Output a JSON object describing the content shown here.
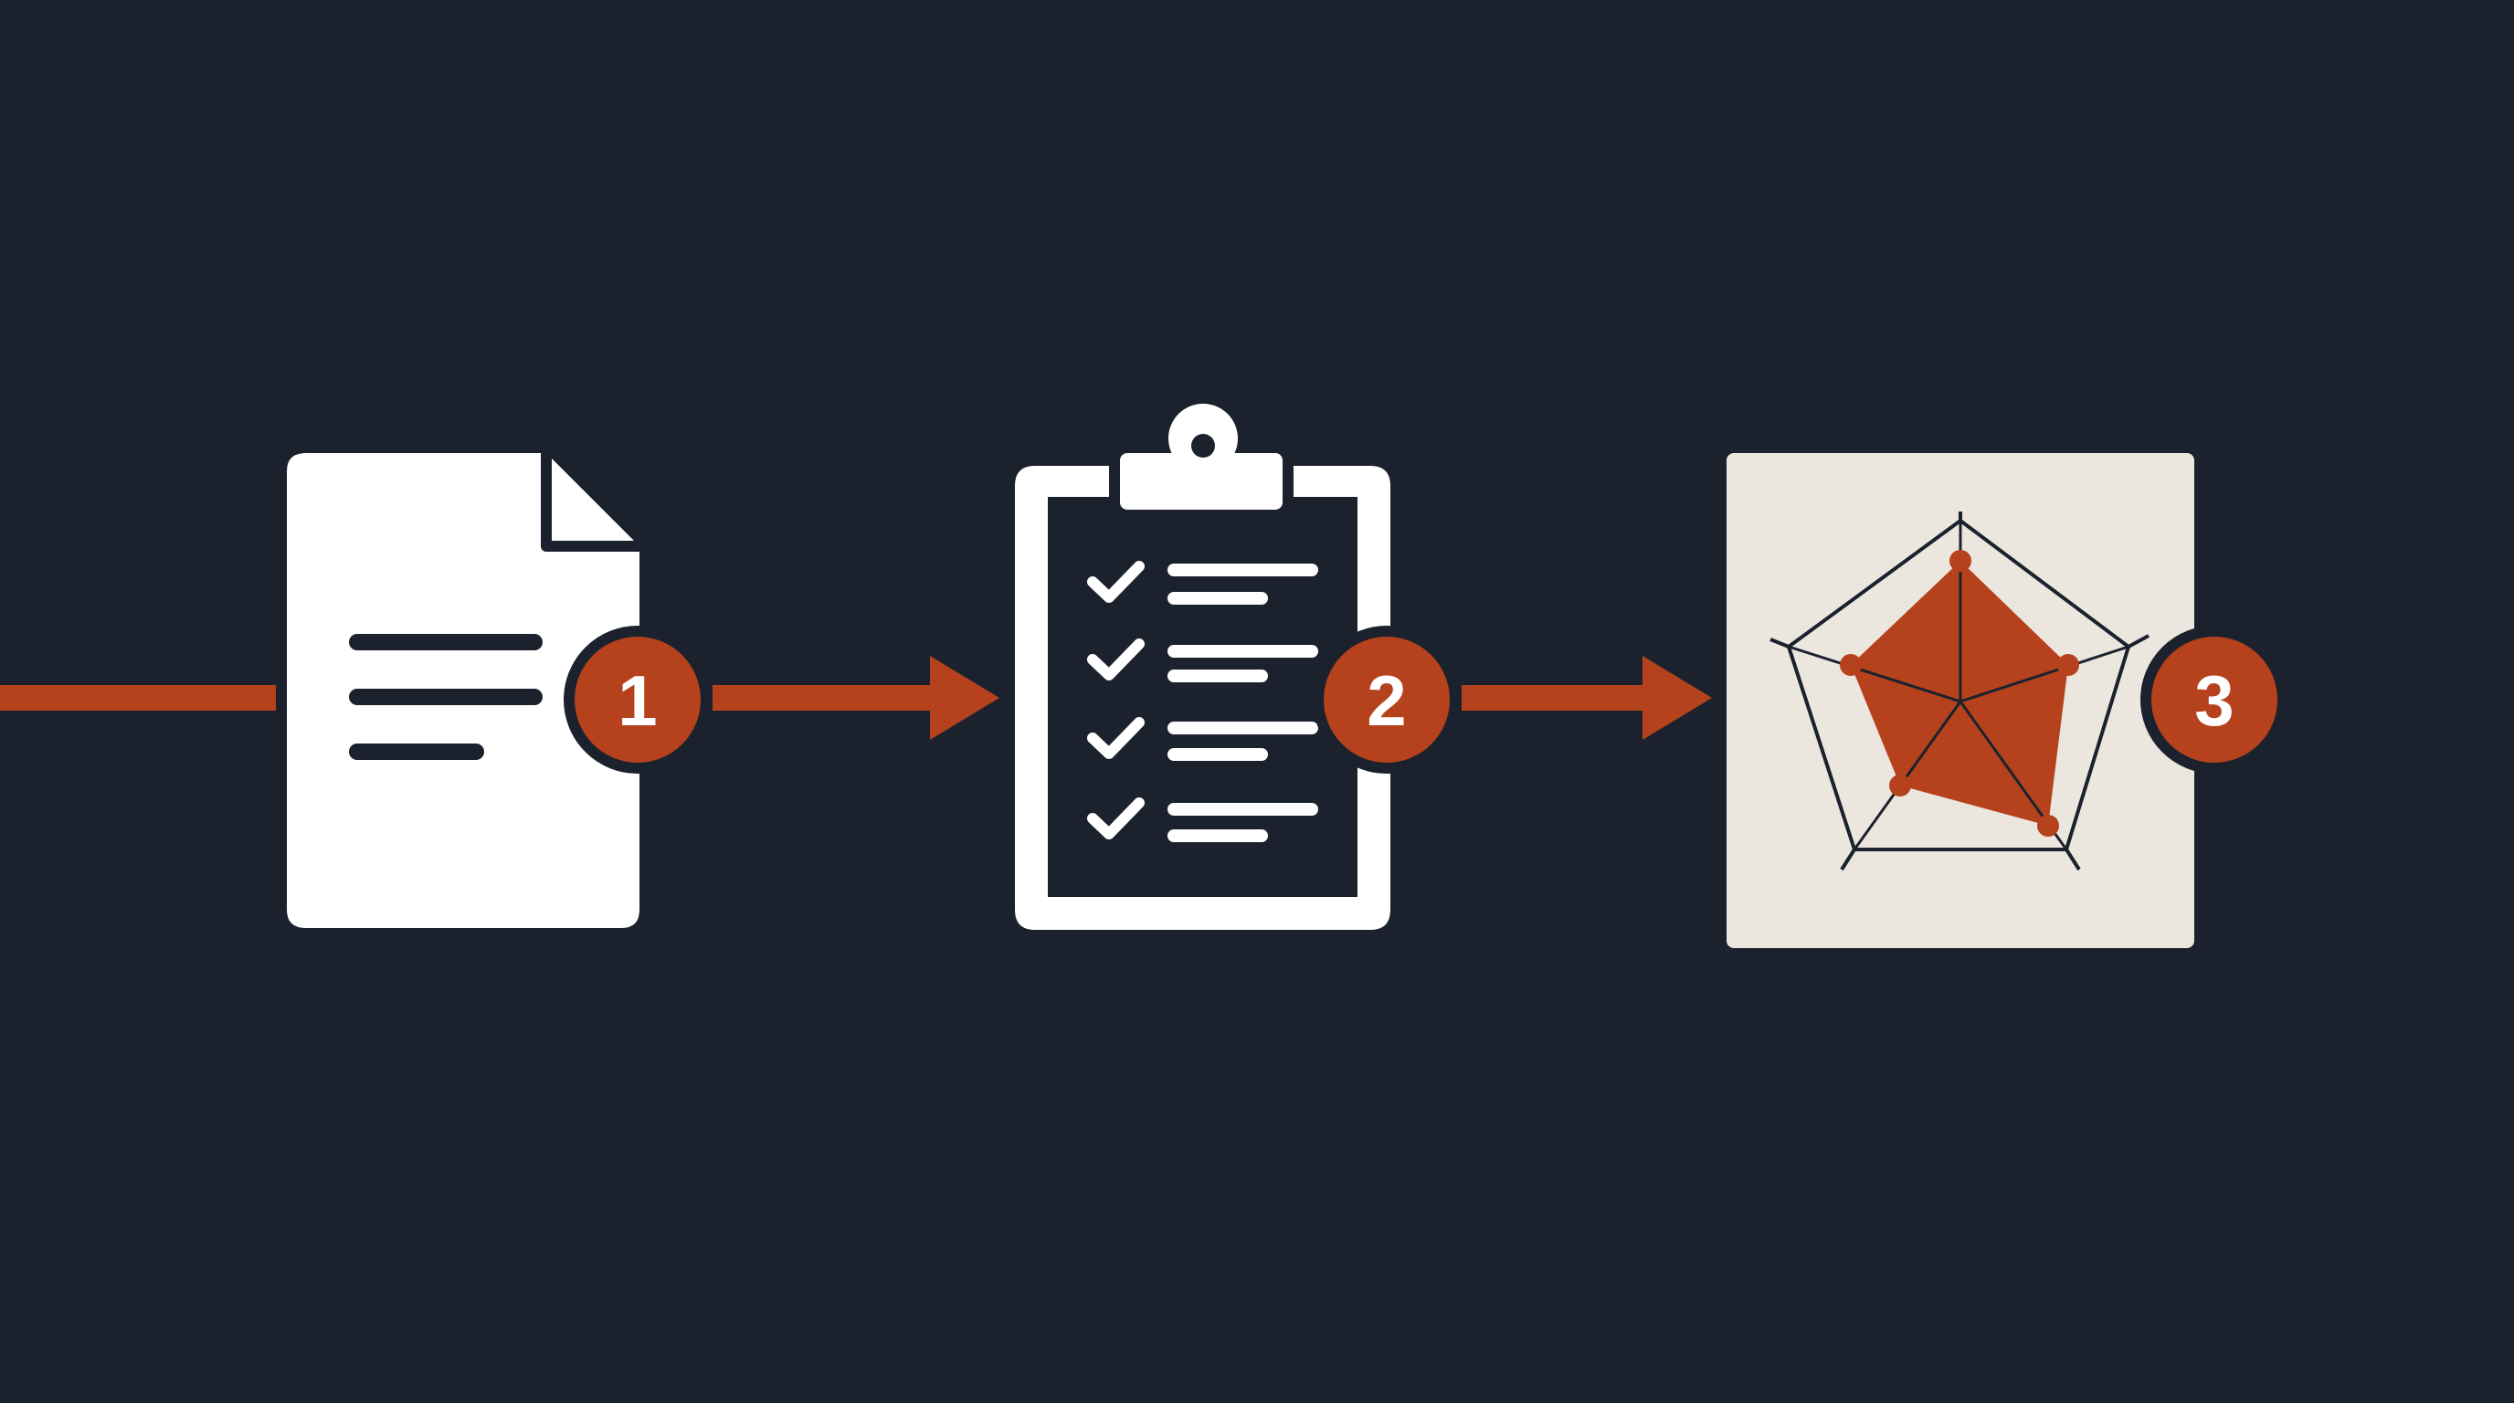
{
  "steps": [
    {
      "number": "1",
      "icon": "document-icon"
    },
    {
      "number": "2",
      "icon": "clipboard-checklist-icon"
    },
    {
      "number": "3",
      "icon": "radar-chart-icon"
    }
  ],
  "colors": {
    "background": "#1b212d",
    "accent": "#b5421d",
    "icon_fill": "#ffffff",
    "panel": "#ebe7df",
    "outline": "#1b212d"
  }
}
